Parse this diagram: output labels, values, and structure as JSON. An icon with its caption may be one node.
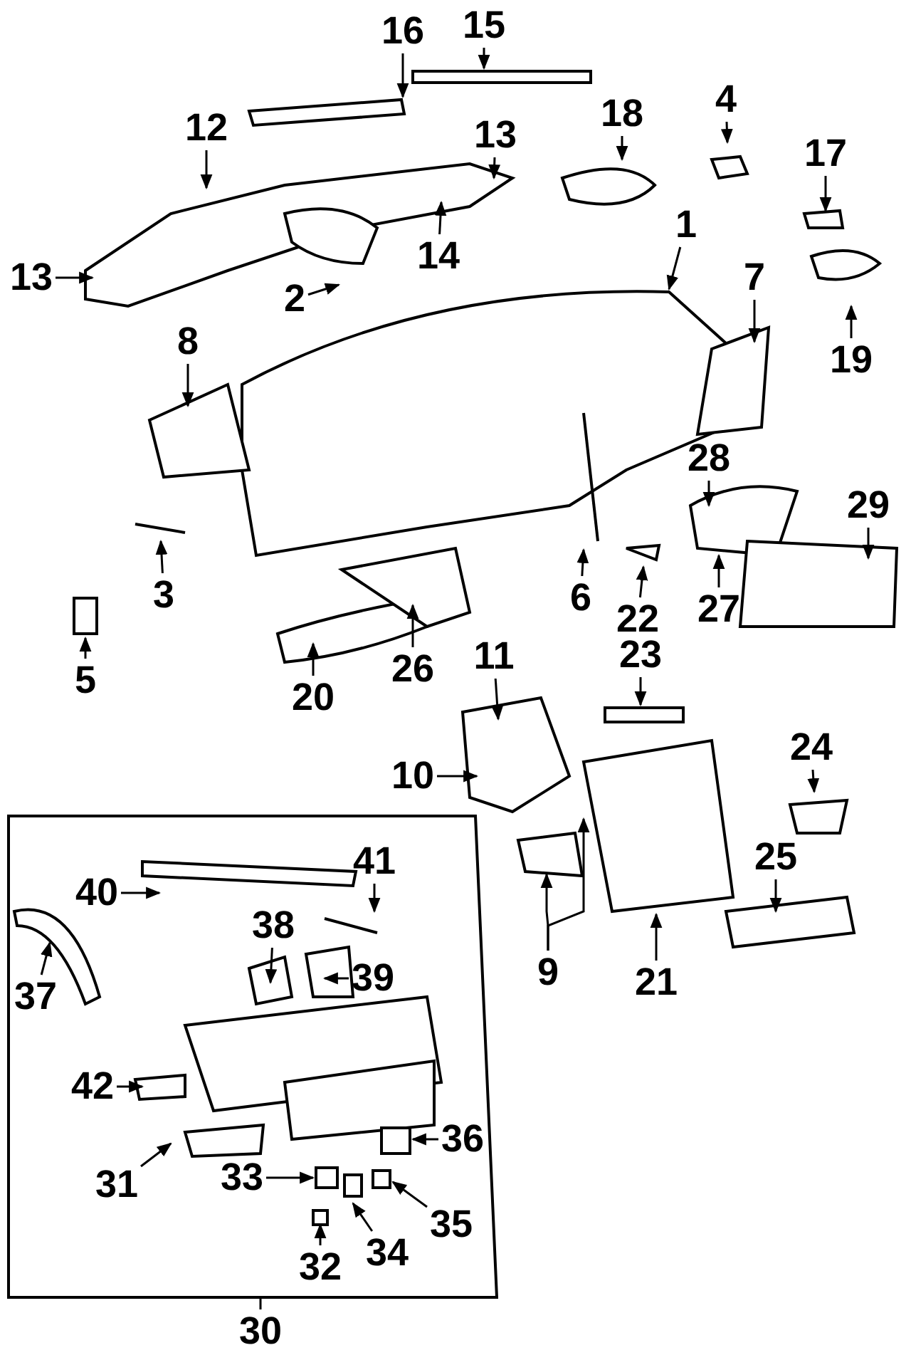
{
  "diagram": {
    "nodes": [
      {
        "text": [
          "16"
        ]
      },
      {
        "text": [
          "15"
        ]
      },
      {
        "text": [
          "4"
        ]
      },
      {
        "text": [
          "12"
        ]
      },
      {
        "text": [
          "13"
        ]
      },
      {
        "text": [
          "18"
        ]
      },
      {
        "text": [
          "17"
        ]
      },
      {
        "text": [
          "1"
        ]
      },
      {
        "text": [
          "13"
        ]
      },
      {
        "text": [
          "14"
        ]
      },
      {
        "text": [
          "2"
        ]
      },
      {
        "text": [
          "7"
        ]
      },
      {
        "text": [
          "19"
        ]
      },
      {
        "text": [
          "8"
        ]
      },
      {
        "text": [
          "28"
        ]
      },
      {
        "text": [
          "29"
        ]
      },
      {
        "text": [
          "3"
        ]
      },
      {
        "text": [
          "5"
        ]
      },
      {
        "text": [
          "22"
        ]
      },
      {
        "text": [
          "6"
        ]
      },
      {
        "text": [
          "27"
        ]
      },
      {
        "text": [
          "23"
        ]
      },
      {
        "text": [
          "20"
        ]
      },
      {
        "text": [
          "26"
        ]
      },
      {
        "text": [
          "11"
        ]
      },
      {
        "text": [
          "10"
        ]
      },
      {
        "text": [
          "24"
        ]
      },
      {
        "text": [
          "21"
        ]
      },
      {
        "text": [
          "25"
        ]
      },
      {
        "text": [
          "9"
        ]
      },
      {
        "text": [],
        "shape": "box"
      },
      {
        "text": [
          "41"
        ],
        "in": 30
      },
      {
        "text": [
          "40"
        ],
        "in": 30
      },
      {
        "text": [
          "38"
        ],
        "in": 30
      },
      {
        "text": [
          "39"
        ],
        "in": 30
      },
      {
        "text": [
          "37"
        ],
        "in": 30
      },
      {
        "text": [
          "42"
        ],
        "in": 30
      },
      {
        "text": [
          "36"
        ],
        "in": 30
      },
      {
        "text": [
          "31"
        ],
        "in": 30
      },
      {
        "text": [
          "33"
        ],
        "in": 30
      },
      {
        "text": [
          "35"
        ],
        "in": 30
      },
      {
        "text": [
          "34"
        ],
        "in": 30
      },
      {
        "text": [
          "32"
        ],
        "in": 30
      },
      {
        "text": [
          "30"
        ]
      }
    ],
    "edges": [
      {
        "from": 0,
        "to": null,
        "arrow": "to"
      },
      {
        "from": 1,
        "to": null,
        "arrow": "to"
      },
      {
        "from": 2,
        "to": null,
        "arrow": "to"
      },
      {
        "from": 3,
        "to": null,
        "arrow": "to"
      },
      {
        "from": 4,
        "to": null,
        "arrow": "to"
      },
      {
        "from": 5,
        "to": null,
        "arrow": "to"
      },
      {
        "from": 6,
        "to": null,
        "arrow": "to"
      },
      {
        "from": 7,
        "to": null,
        "arrow": "to"
      },
      {
        "from": 8,
        "to": null,
        "arrow": "to"
      },
      {
        "from": 9,
        "to": null,
        "arrow": "to"
      },
      {
        "from": 10,
        "to": null,
        "arrow": "to"
      },
      {
        "from": 11,
        "to": null,
        "arrow": "to"
      },
      {
        "from": 12,
        "to": null,
        "arrow": "to"
      },
      {
        "from": 13,
        "to": null,
        "arrow": "to"
      },
      {
        "from": 14,
        "to": null,
        "arrow": "to"
      },
      {
        "from": 15,
        "to": null,
        "arrow": "to"
      },
      {
        "from": 16,
        "to": null,
        "arrow": "to"
      },
      {
        "from": 17,
        "to": null,
        "arrow": "to"
      },
      {
        "from": 18,
        "to": null,
        "arrow": "to"
      },
      {
        "from": 19,
        "to": null,
        "arrow": "to"
      },
      {
        "from": 20,
        "to": null,
        "arrow": "to"
      },
      {
        "from": 21,
        "to": null,
        "arrow": "to"
      },
      {
        "from": 22,
        "to": null,
        "arrow": "to"
      },
      {
        "from": 23,
        "to": null,
        "arrow": "to"
      },
      {
        "from": 24,
        "to": null,
        "arrow": "to"
      },
      {
        "from": 25,
        "to": null,
        "arrow": "to"
      },
      {
        "from": 26,
        "to": null,
        "arrow": "to"
      },
      {
        "from": 27,
        "to": null,
        "arrow": "to"
      },
      {
        "from": 28,
        "to": null,
        "arrow": "to"
      },
      {
        "from": 29,
        "to": null,
        "arrow": "to"
      },
      {
        "from": 29,
        "to": null,
        "arrow": "to"
      },
      {
        "from": 31,
        "to": null,
        "arrow": "to"
      },
      {
        "from": 32,
        "to": null,
        "arrow": "to"
      },
      {
        "from": 33,
        "to": null,
        "arrow": "to"
      },
      {
        "from": 34,
        "to": null,
        "arrow": "to"
      },
      {
        "from": 35,
        "to": null,
        "arrow": "to"
      },
      {
        "from": 36,
        "to": null,
        "arrow": "to"
      },
      {
        "from": 37,
        "to": null,
        "arrow": "to"
      },
      {
        "from": 38,
        "to": null,
        "arrow": "to"
      },
      {
        "from": 39,
        "to": null,
        "arrow": "to"
      },
      {
        "from": 40,
        "to": null,
        "arrow": "to"
      },
      {
        "from": 41,
        "to": null,
        "arrow": "to"
      },
      {
        "from": 42,
        "to": null,
        "arrow": "to"
      },
      {
        "from": 43,
        "to": 30,
        "arrow": "none"
      }
    ]
  }
}
